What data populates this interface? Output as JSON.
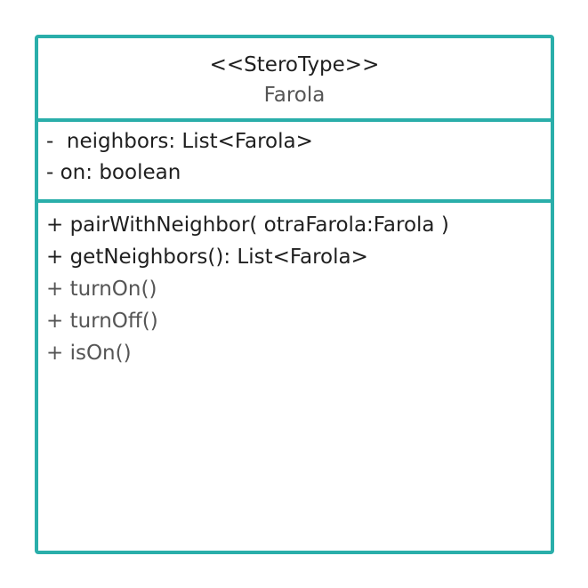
{
  "uml_class": {
    "stereotype": "<<SteroType>>",
    "name": "Farola",
    "attributes": [
      "-  neighbors: List<Farola>",
      "- on: boolean"
    ],
    "operations": [
      "+ pairWithNeighbor( otraFarola:Farola )",
      "+ getNeighbors(): List<Farola>",
      "+ turnOn()",
      "+ turnOff()",
      "+ isOn()"
    ],
    "colors": {
      "border": "#2aaeaa",
      "text_dark": "#1f1f1f",
      "text_muted": "#555555"
    }
  }
}
